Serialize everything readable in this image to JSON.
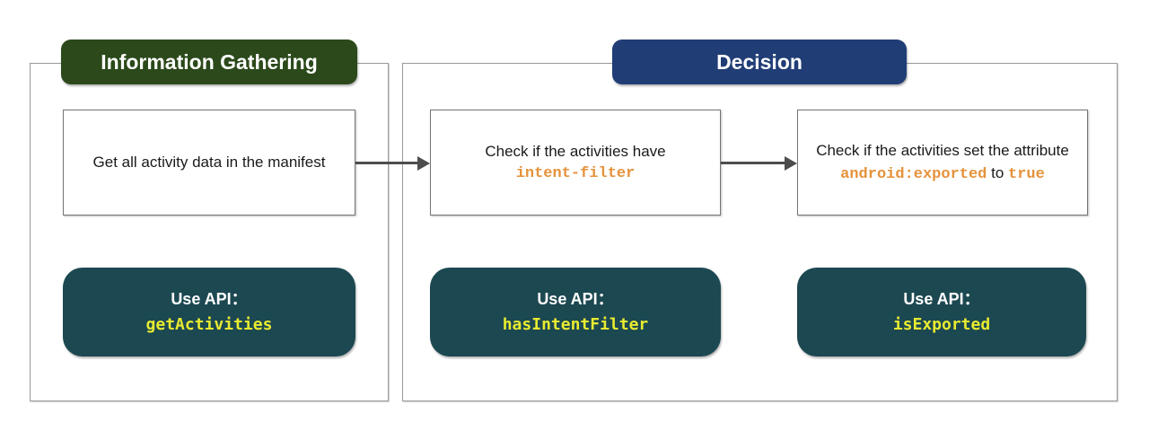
{
  "colors": {
    "header_green": "#2B491A",
    "header_blue": "#203D76",
    "api_box_teal": "#1C4851",
    "code_orange": "#E5923B",
    "api_name_yellow": "#E8EB30",
    "arrow_gray": "#4D4D4D",
    "box_border_gray": "#757575",
    "container_border_gray": "#999999"
  },
  "section_left": {
    "title": "Information Gathering",
    "step": {
      "text": "Get all activity data in the manifest",
      "api_label": "Use API：",
      "api_name": "getActivities"
    }
  },
  "section_right": {
    "title": "Decision",
    "step_intent": {
      "line1": "Check if the activities have",
      "code": "intent-filter",
      "api_label": "Use API：",
      "api_name": "hasIntentFilter"
    },
    "step_exported": {
      "line1": "Check if the activities set the attribute",
      "code_attr": "android:exported",
      "mid": " to ",
      "code_value": "true",
      "api_label": "Use API：",
      "api_name": "isExported"
    }
  }
}
